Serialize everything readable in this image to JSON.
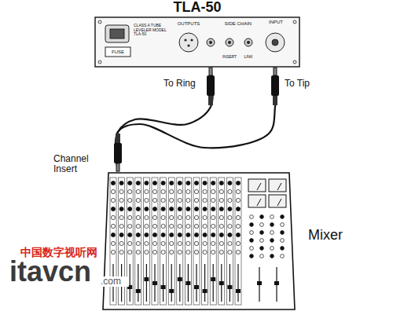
{
  "diagram": {
    "nodes": [
      {
        "text": [
          "TLA-50",
          "FUSE",
          "CLASS A TUBE LEVELER MODEL TLA-50",
          "OUTPUTS",
          "SIDE CHAIN",
          "INSERT",
          "LINK",
          "INPUT"
        ]
      },
      {
        "text": [
          "Mixer"
        ]
      }
    ],
    "edges": [
      {
        "from": 1,
        "to": 0,
        "arrow": "none",
        "label": "To Ring"
      },
      {
        "from": 1,
        "to": 0,
        "arrow": "none",
        "label": "To Tip"
      }
    ],
    "labels": [
      "Channel Insert",
      "中国数字视听网",
      "itavcn",
      ".com"
    ]
  }
}
